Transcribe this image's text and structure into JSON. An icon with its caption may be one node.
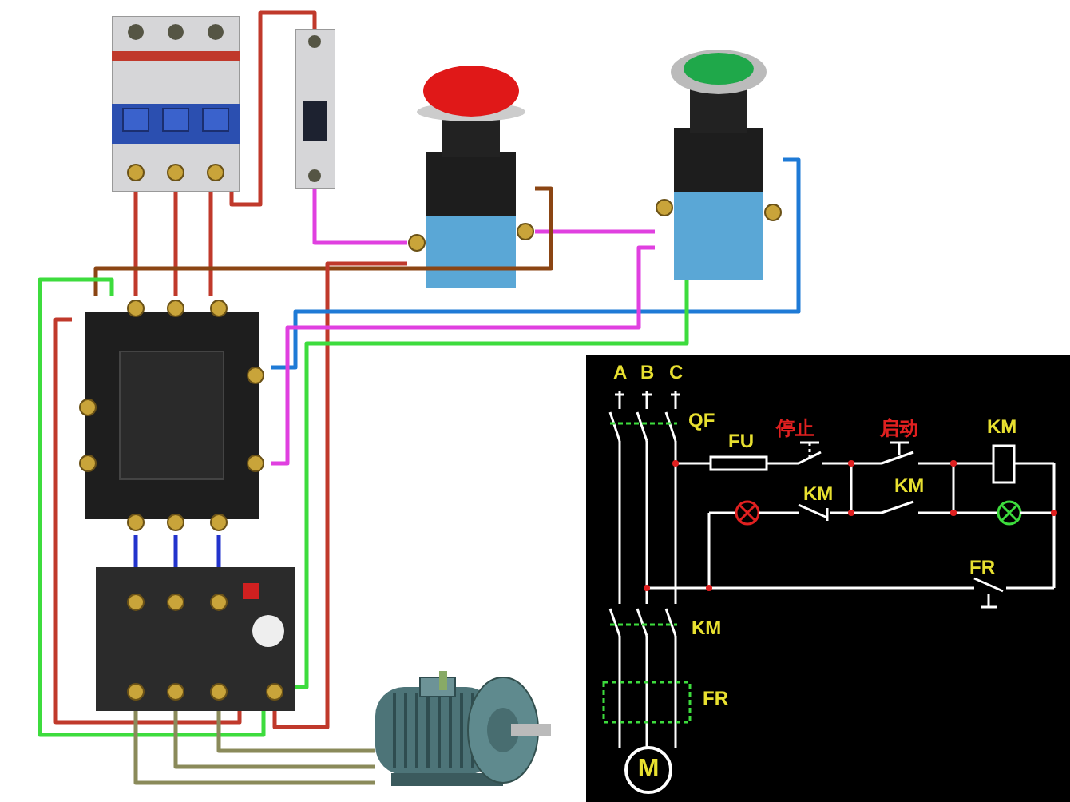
{
  "diagram": {
    "nodes": [
      {
        "text": [],
        "shape": "picture"
      },
      {
        "text": [],
        "shape": "picture"
      },
      {
        "text": [],
        "shape": "picture"
      },
      {
        "text": [],
        "shape": "picture"
      },
      {
        "text": [],
        "shape": "picture"
      },
      {
        "text": [],
        "shape": "picture"
      },
      {
        "text": [],
        "shape": "picture"
      },
      {
        "text": [
          "M"
        ]
      }
    ],
    "edges": [
      {
        "from": 0,
        "to": 4,
        "arrow": "none",
        "color": "#c0392b"
      },
      {
        "from": 0,
        "to": 4,
        "arrow": "none",
        "color": "#c0392b"
      },
      {
        "from": 0,
        "to": 4,
        "arrow": "none",
        "color": "#c0392b"
      },
      {
        "from": 0,
        "to": 1,
        "arrow": "none",
        "color": "#c0392b"
      },
      {
        "from": 1,
        "to": 2,
        "arrow": "none",
        "color": "#e040e0"
      },
      {
        "from": 2,
        "to": 3,
        "arrow": "none",
        "color": "#e040e0"
      },
      {
        "from": 2,
        "to": 4,
        "arrow": "none",
        "color": "#8b4513"
      },
      {
        "from": 2,
        "to": 5,
        "arrow": "none",
        "color": "#c0392b"
      },
      {
        "from": 3,
        "to": 4,
        "arrow": "none",
        "color": "#1e7ad6"
      },
      {
        "from": 3,
        "to": 4,
        "arrow": "none",
        "color": "#e040e0"
      },
      {
        "from": 3,
        "to": 5,
        "arrow": "none",
        "color": "#3ddc3d"
      },
      {
        "from": 4,
        "to": 5,
        "arrow": "none",
        "color": "#3ddc3d"
      },
      {
        "from": 4,
        "to": 5,
        "arrow": "none",
        "color": "#c0392b"
      },
      {
        "from": 4,
        "to": 5,
        "arrow": "none",
        "color": "#2233cc"
      },
      {
        "from": 4,
        "to": 5,
        "arrow": "none",
        "color": "#2233cc"
      },
      {
        "from": 4,
        "to": 5,
        "arrow": "none",
        "color": "#2233cc"
      },
      {
        "from": 5,
        "to": 6,
        "arrow": "none",
        "color": "#8a8a5a"
      },
      {
        "from": 5,
        "to": 6,
        "arrow": "none",
        "color": "#8a8a5a"
      },
      {
        "from": 5,
        "to": 6,
        "arrow": "none",
        "color": "#8a8a5a"
      }
    ],
    "labels": [
      "A",
      "B",
      "C",
      "QF",
      "FU",
      "停止",
      "启动",
      "KM",
      "KM",
      "KM",
      "FR",
      "KM",
      "FR"
    ]
  }
}
